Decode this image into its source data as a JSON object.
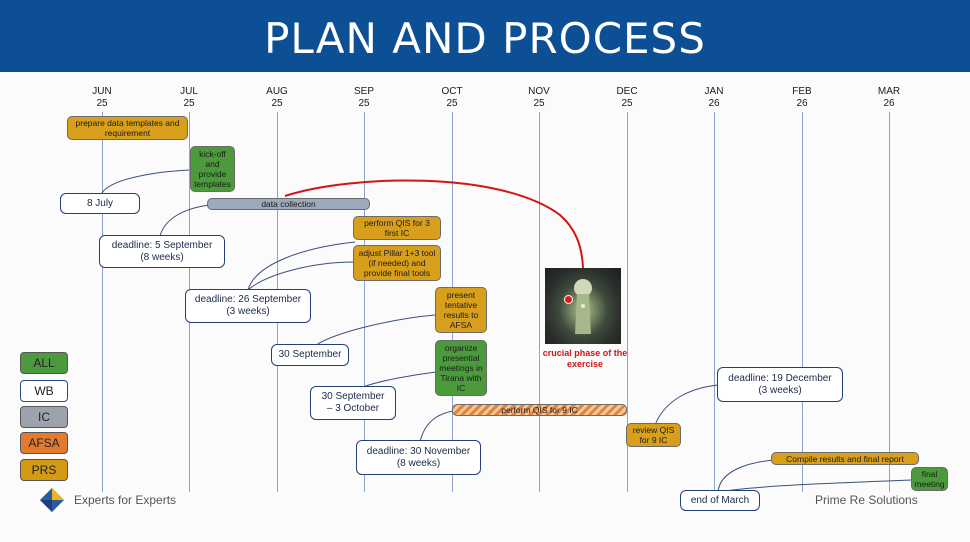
{
  "title": "PLAN AND PROCESS",
  "months": [
    {
      "m": "JUN",
      "y": "25"
    },
    {
      "m": "JUL",
      "y": "25"
    },
    {
      "m": "AUG",
      "y": "25"
    },
    {
      "m": "SEP",
      "y": "25"
    },
    {
      "m": "OCT",
      "y": "25"
    },
    {
      "m": "NOV",
      "y": "25"
    },
    {
      "m": "DEC",
      "y": "25"
    },
    {
      "m": "JAN",
      "y": "26"
    },
    {
      "m": "FEB",
      "y": "26"
    },
    {
      "m": "MAR",
      "y": "26"
    }
  ],
  "tasks": {
    "prepare": "prepare data templates and requirement",
    "kickoff": "kick-off and provide templates",
    "data_collection": "data collection",
    "qis_first": "perform QIS for 3 first IC",
    "adjust_pillar": "adjust Pillar 1+3 tool (if needed) and provide final tools",
    "present_results": "present tentative results to AFSA",
    "organize_meetings": "organize presential meetings in Tirana with IC",
    "qis_nine": "perform QIS for 9 IC",
    "review_qis": "review QIS for 9 IC",
    "compile": "Compile results and final report",
    "final_meeting": "final meeting"
  },
  "deadlines": {
    "d1": "8 July",
    "d2": "deadline: 5 September (8 weeks)",
    "d3": "deadline: 26 September (3 weeks)",
    "d4": "30 September",
    "d5": "30 September – 3 October",
    "d6": "deadline: 30 November (8 weeks)",
    "d7": "deadline: 19 December (3 weeks)",
    "d8": "end of March"
  },
  "crucial": "crucial phase of the exercise",
  "legend": [
    "ALL",
    "WB",
    "IC",
    "AFSA",
    "PRS"
  ],
  "footer": {
    "left": "Experts for Experts",
    "right": "Prime Re Solutions"
  },
  "colors": {
    "header": "#0c4f95",
    "all": "#4b9b3c",
    "prs": "#d89f1c",
    "ic": "#9ca3ad",
    "afsa": "#e47a30",
    "highlight": "#d11515"
  }
}
